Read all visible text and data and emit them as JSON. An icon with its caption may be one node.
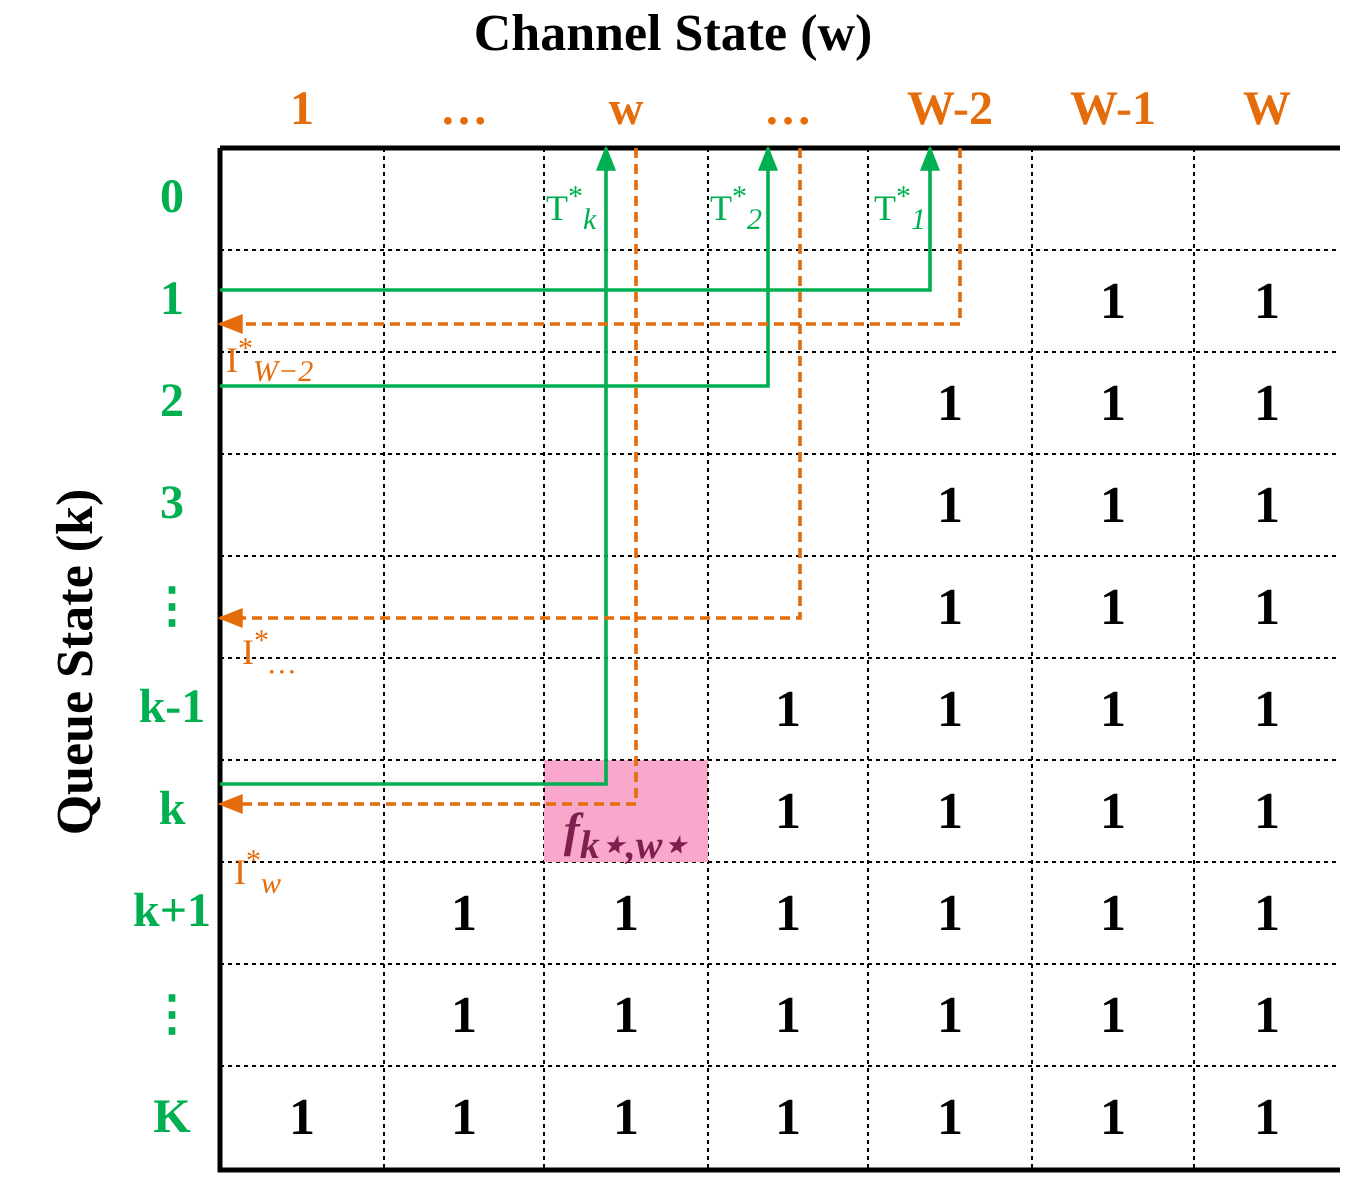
{
  "diagram": {
    "title": "Channel State (w)",
    "nodes": [
      {
        "text": [
          "1"
        ]
      },
      {
        "text": [
          "…"
        ]
      },
      {
        "text": [
          "w"
        ]
      },
      {
        "text": [
          "…"
        ]
      },
      {
        "text": [
          "W-2"
        ]
      },
      {
        "text": [
          "W-1"
        ]
      },
      {
        "text": [
          "W"
        ]
      },
      {
        "text": [
          "0"
        ]
      },
      {
        "text": [
          "1"
        ]
      },
      {
        "text": [
          "2"
        ]
      },
      {
        "text": [
          "3"
        ]
      },
      {
        "text": [
          "⋮"
        ]
      },
      {
        "text": [
          "k-1"
        ]
      },
      {
        "text": [
          "k"
        ]
      },
      {
        "text": [
          "k+1"
        ]
      },
      {
        "text": [
          "⋮"
        ]
      },
      {
        "text": [
          "K"
        ]
      },
      {
        "text": [
          "f$_{k⋆,w⋆}$"
        ]
      }
    ],
    "edges": [
      {
        "from": 8,
        "to": 4,
        "arrow": "to",
        "label": "T$^{*}$$_{1}$"
      },
      {
        "from": 9,
        "to": 3,
        "arrow": "to",
        "label": "T$^{*}$$_{2}$"
      },
      {
        "from": 13,
        "to": 2,
        "arrow": "to",
        "label": "T$^{*}$$_{k}$"
      },
      {
        "from": 4,
        "to": 8,
        "arrow": "to",
        "label": "I$^{*}$$_{W−2}$",
        "style": "dashed",
        "color": "#e46c0a"
      },
      {
        "from": 3,
        "to": 11,
        "arrow": "to",
        "label": "I$^{*}$$_{…}$",
        "style": "dashed",
        "color": "#e46c0a"
      },
      {
        "from": 2,
        "to": 13,
        "arrow": "to",
        "label": "I$^{*}$$_{w}$",
        "style": "dashed",
        "color": "#e46c0a"
      }
    ],
    "labels": [
      "Queue State (k)",
      "1",
      "1",
      "1",
      "1",
      "1",
      "1",
      "1",
      "1",
      "1",
      "1",
      "1",
      "1",
      "1",
      "1",
      "1",
      "1",
      "1",
      "1",
      "1",
      "1",
      "1",
      "1",
      "1",
      "1",
      "1",
      "1",
      "1",
      "1",
      "1",
      "1",
      "1",
      "1",
      "1",
      "1",
      "1",
      "1",
      "1",
      "1"
    ]
  }
}
